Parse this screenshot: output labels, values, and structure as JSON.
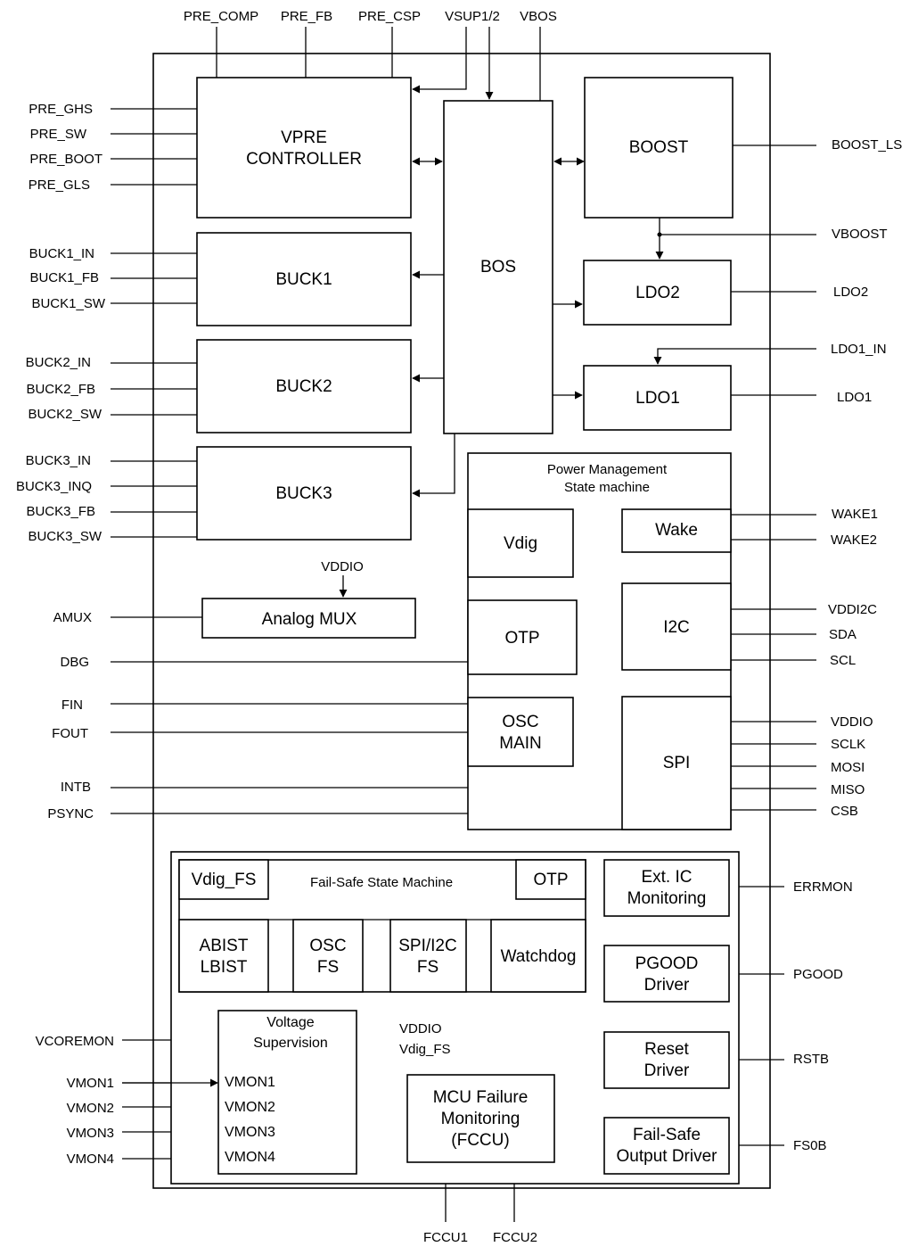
{
  "blocks": {
    "vpre": [
      "VPRE",
      "CONTROLLER"
    ],
    "bos": "BOS",
    "boost": "BOOST",
    "buck1": "BUCK1",
    "buck2": "BUCK2",
    "buck3": "BUCK3",
    "ldo2": "LDO2",
    "ldo1": "LDO1",
    "analog_mux": "Analog MUX",
    "pm_title": [
      "Power Management",
      "State machine"
    ],
    "vdig": "Vdig",
    "otp": "OTP",
    "osc_main": [
      "OSC",
      "MAIN"
    ],
    "wake": "Wake",
    "i2c": "I2C",
    "spi": "SPI",
    "fs_title": "Fail-Safe State Machine",
    "vdig_fs": "Vdig_FS",
    "fs_otp": "OTP",
    "abist": [
      "ABIST",
      "LBIST"
    ],
    "osc_fs": [
      "OSC",
      "FS"
    ],
    "spi_i2c_fs": [
      "SPI/I2C",
      "FS"
    ],
    "watchdog": "Watchdog",
    "ext_ic": [
      "Ext. IC",
      "Monitoring"
    ],
    "pgood_drv": [
      "PGOOD",
      "Driver"
    ],
    "reset_drv": [
      "Reset",
      "Driver"
    ],
    "fs_out_drv": [
      "Fail-Safe",
      "Output Driver"
    ],
    "vsup_title": [
      "Voltage",
      "Supervision"
    ],
    "mcu_fail": [
      "MCU Failure",
      "Monitoring",
      "(FCCU)"
    ]
  },
  "pins": {
    "top": {
      "pre_comp": "PRE_COMP",
      "pre_fb": "PRE_FB",
      "pre_csp": "PRE_CSP",
      "vsup": "VSUP1/2",
      "vbos": "VBOS"
    },
    "left": {
      "pre_ghs": "PRE_GHS",
      "pre_sw": "PRE_SW",
      "pre_boot": "PRE_BOOT",
      "pre_gls": "PRE_GLS",
      "buck1_in": "BUCK1_IN",
      "buck1_fb": "BUCK1_FB",
      "buck1_sw": "BUCK1_SW",
      "buck2_in": "BUCK2_IN",
      "buck2_fb": "BUCK2_FB",
      "buck2_sw": "BUCK2_SW",
      "buck3_in": "BUCK3_IN",
      "buck3_inq": "BUCK3_INQ",
      "buck3_fb": "BUCK3_FB",
      "buck3_sw": "BUCK3_SW",
      "amux": "AMUX",
      "dbg": "DBG",
      "fin": "FIN",
      "fout": "FOUT",
      "intb": "INTB",
      "psync": "PSYNC",
      "vcoremon": "VCOREMON",
      "vmon1": "VMON1",
      "vmon2": "VMON2",
      "vmon3": "VMON3",
      "vmon4": "VMON4"
    },
    "right": {
      "boost_ls": "BOOST_LS",
      "vboost": "VBOOST",
      "ldo2": "LDO2",
      "ldo1_in": "LDO1_IN",
      "ldo1": "LDO1",
      "wake1": "WAKE1",
      "wake2": "WAKE2",
      "vddi2c": "VDDI2C",
      "sda": "SDA",
      "scl": "SCL",
      "vddio": "VDDIO",
      "sclk": "SCLK",
      "mosi": "MOSI",
      "miso": "MISO",
      "csb": "CSB",
      "errmon": "ERRMON",
      "pgood": "PGOOD",
      "rstb": "RSTB",
      "fs0b": "FS0B"
    },
    "bottom": {
      "fccu1": "FCCU1",
      "fccu2": "FCCU2"
    },
    "internal": {
      "vddio_mux": "VDDIO",
      "vddio_vs": "VDDIO",
      "vdig_fs_vs": "Vdig_FS",
      "vmon1": "VMON1",
      "vmon2": "VMON2",
      "vmon3": "VMON3",
      "vmon4": "VMON4"
    }
  }
}
